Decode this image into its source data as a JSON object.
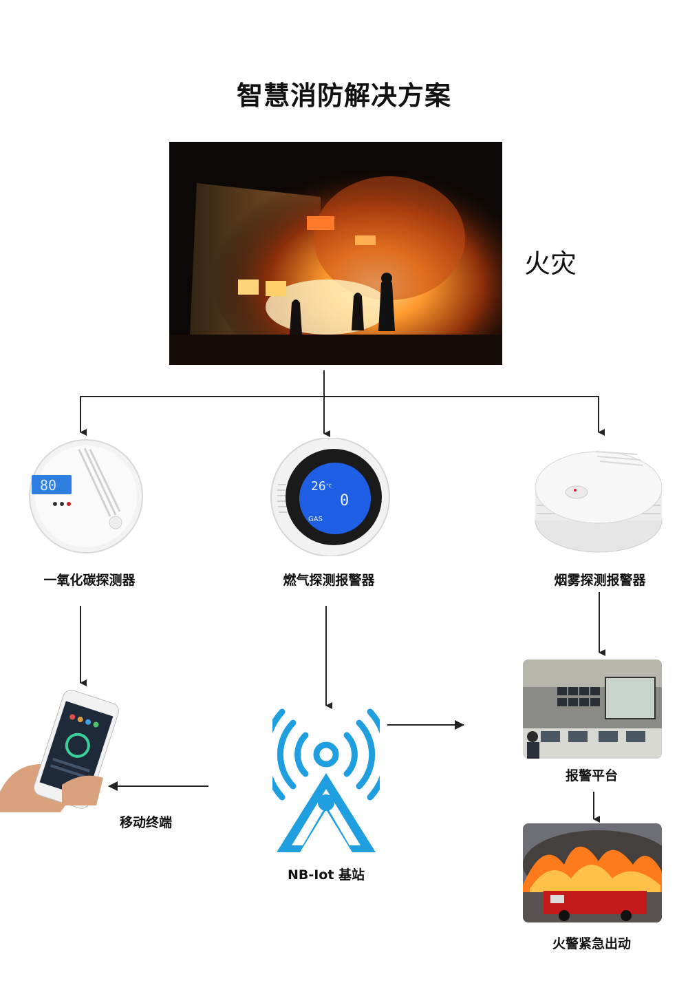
{
  "title": "智慧消防解决方案",
  "fire_label": "火灾",
  "devices": {
    "co_detector": {
      "label": "一氧化碳探测器",
      "display": "80"
    },
    "gas_detector": {
      "label": "燃气探测报警器",
      "display_temp": "26",
      "display_temp_unit": "°C",
      "display_value": "0",
      "display_text": "GAS"
    },
    "smoke_detector": {
      "label": "烟雾探测报警器"
    }
  },
  "nodes": {
    "mobile": {
      "label": "移动终端"
    },
    "base_station": {
      "label": "NB-Iot 基站"
    },
    "alarm_platform": {
      "label": "报警平台"
    },
    "fire_response": {
      "label": "火警紧急出动"
    }
  },
  "colors": {
    "accent_blue": "#1f9fe0",
    "arrow": "#222222"
  }
}
